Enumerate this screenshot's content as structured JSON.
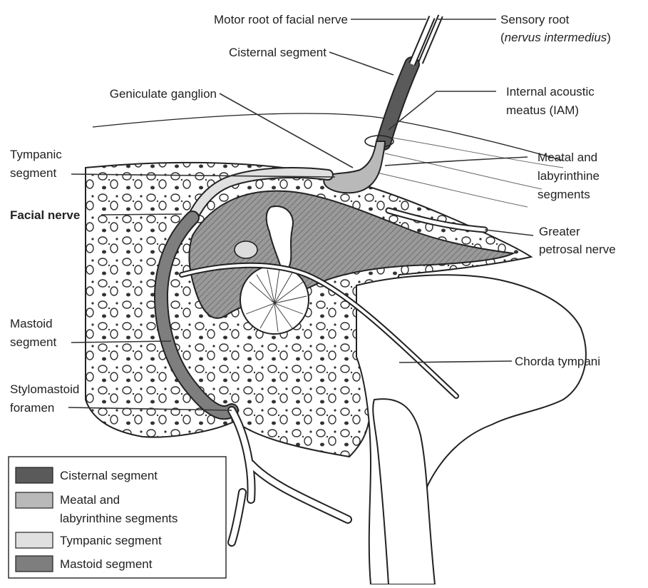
{
  "colors": {
    "cisternal": "#5a5a5a",
    "meatal_labyrinthine": "#b9b9b9",
    "tympanic": "#e0e0e0",
    "mastoid": "#7e7e7e",
    "cavity": "#8a8a8a"
  },
  "labels": {
    "motor_root": "Motor root of facial nerve",
    "sensory_root_1": "Sensory root",
    "sensory_root_2": "nervus intermedius",
    "cisternal_segment": "Cisternal segment",
    "geniculate_ganglion": "Geniculate ganglion",
    "iam_1": "Internal acoustic",
    "iam_2": "meatus (IAM)",
    "tympanic_1": "Tympanic",
    "tympanic_2": "segment",
    "meatal_1": "Meatal and",
    "meatal_2": "labyrinthine",
    "meatal_3": "segments",
    "facial_nerve": "Facial nerve",
    "greater_petrosal_1": "Greater",
    "greater_petrosal_2": "petrosal nerve",
    "mastoid_1": "Mastoid",
    "mastoid_2": "segment",
    "chorda_tympani": "Chorda tympani",
    "stylomastoid_1": "Stylomastoid",
    "stylomastoid_2": "foramen"
  },
  "legend": {
    "items": [
      {
        "label": "Cisternal segment",
        "swatch": "cisternal"
      },
      {
        "label_1": "Meatal and",
        "label_2": "labyrinthine segments",
        "swatch": "meatal_labyrinthine"
      },
      {
        "label": "Tympanic segment",
        "swatch": "tympanic"
      },
      {
        "label": "Mastoid segment",
        "swatch": "mastoid"
      }
    ]
  }
}
